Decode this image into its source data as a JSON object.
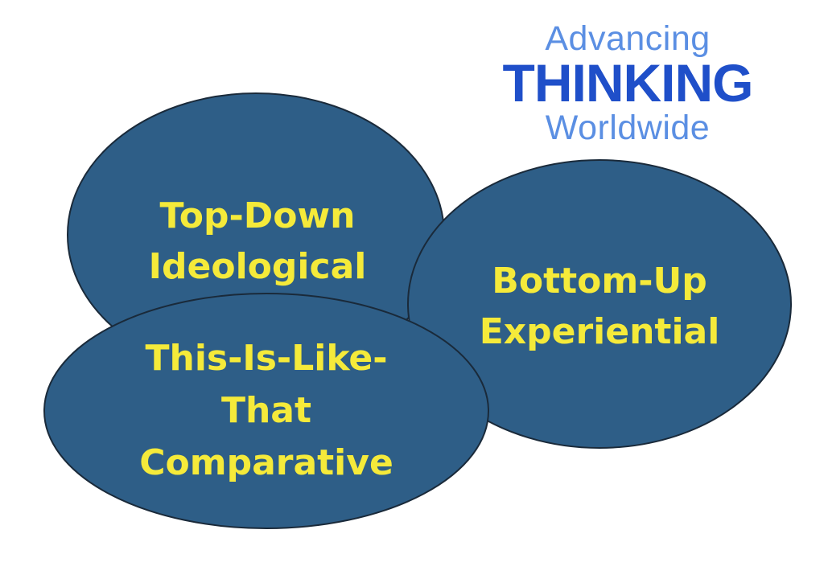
{
  "logo": {
    "line1": "Advancing",
    "line2": "THINKING",
    "line3": "Worldwide"
  },
  "colors": {
    "oval_fill": "#2e5e87",
    "oval_stroke": "#1a2a3a",
    "label_text": "#f5ea3a",
    "logo_light": "#5b8fe3",
    "logo_dark": "#1f4fc9"
  },
  "ovals": {
    "top_down": {
      "line1": "Top-Down",
      "line2": "Ideological"
    },
    "bottom_up": {
      "line1": "Bottom-Up",
      "line2": "Experiential"
    },
    "this_is_like": {
      "line1": "This-Is-Like-",
      "line2": "That",
      "line3": "Comparative"
    }
  }
}
